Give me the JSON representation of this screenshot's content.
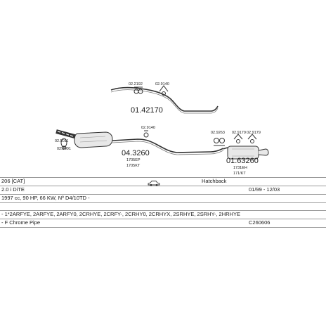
{
  "diagram": {
    "parts": {
      "mid_pipe_number": "01.42170",
      "front_pipe_number": "04.3260",
      "rear_box_number": "01.63260",
      "clamp_codes": [
        "02.2192",
        "02.9140",
        "02.9140",
        "02.5011",
        "02.3001",
        "02.9263",
        "02.9179",
        "02.9179"
      ],
      "front_pipe_notes": [
        "1705EP",
        "1705KT"
      ],
      "rear_box_notes": [
        "1731EH",
        "171/KT"
      ]
    }
  },
  "info": {
    "model": "206 [CAT]",
    "body_type": "Hatchback",
    "engine": "2.0 i DiTE",
    "period": "01/99 - 12/03",
    "specs": "1997 cc, 90 HP, 66 KW, Nº D4/10TD -",
    "engine_codes": "- 1*2ARFYE, 2ARFYE, 2ARFY0, 2CRHYE, 2CRFY-, 2CRHY0, 2CRHYX, 2SRHYE, 2SRHY-, 2HRHYE",
    "pipe_type": "- F Chrome Pipe",
    "pipe_code": "C260606"
  },
  "icons": [
    "car-icon"
  ]
}
